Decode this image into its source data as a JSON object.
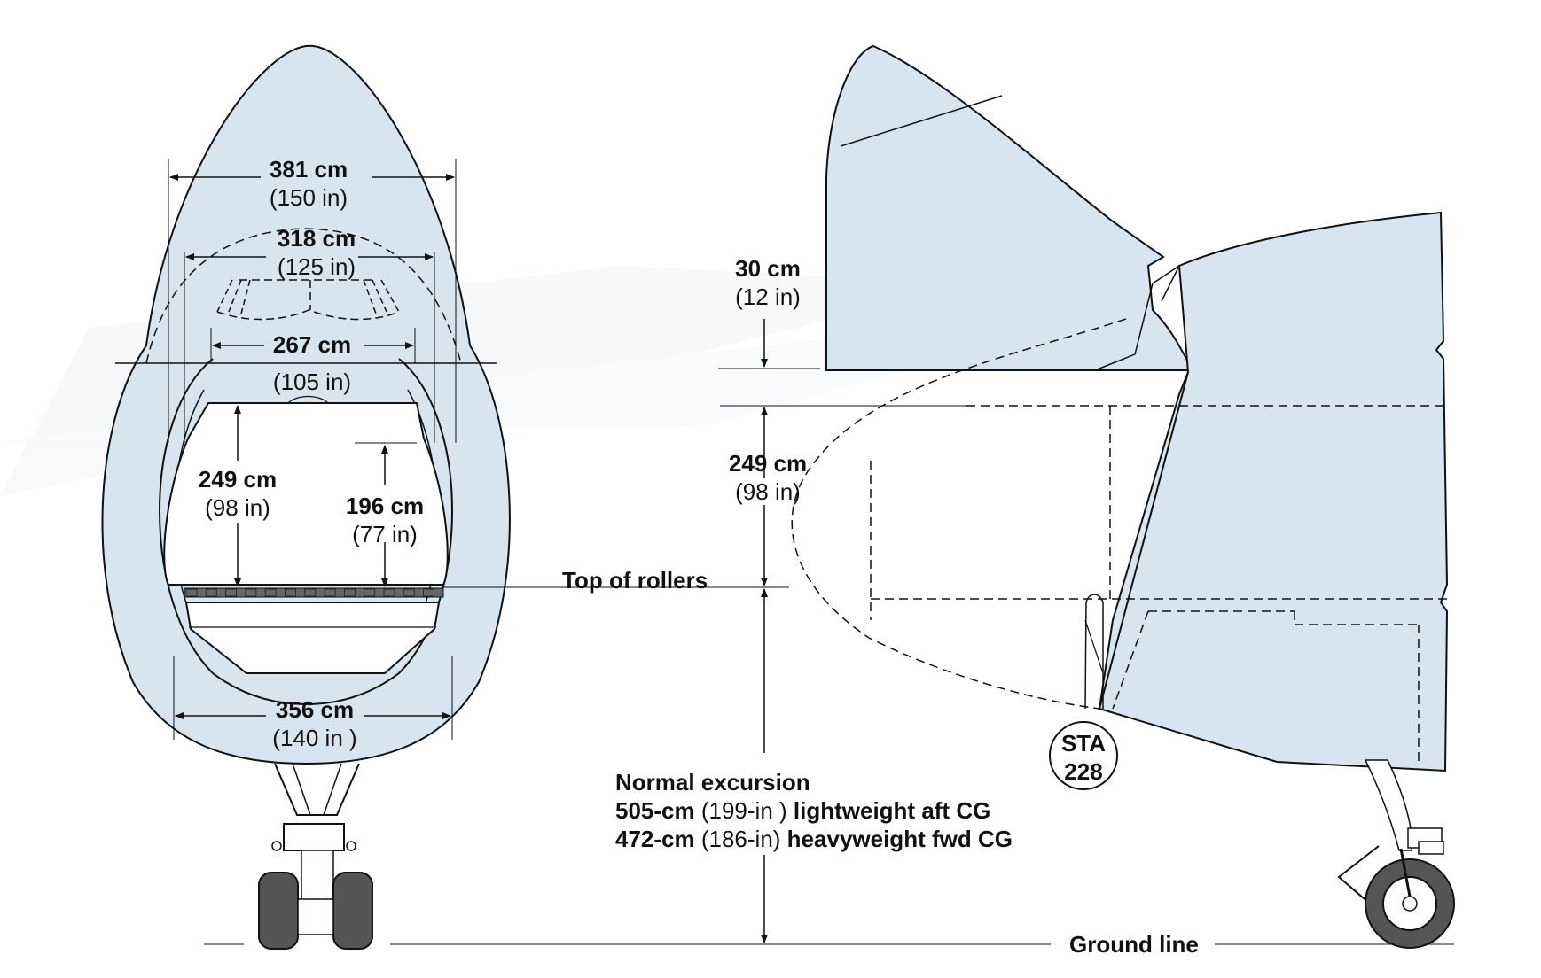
{
  "front_view": {
    "dim_381": {
      "metric": "381 cm",
      "imperial": "(150 in)"
    },
    "dim_318": {
      "metric": "318 cm",
      "imperial": "(125 in)"
    },
    "dim_267": {
      "metric": "267 cm",
      "imperial": "(105 in)"
    },
    "dim_249": {
      "metric": "249 cm",
      "imperial": "(98 in)"
    },
    "dim_196": {
      "metric": "196 cm",
      "imperial": "(77 in)"
    },
    "dim_356": {
      "metric": "356 cm",
      "imperial": "(140 in )"
    }
  },
  "side_view": {
    "dim_30": {
      "metric": "30 cm",
      "imperial": "(12 in)"
    },
    "dim_249": {
      "metric": "249 cm",
      "imperial": "(98 in)"
    },
    "sta_line1": "STA",
    "sta_line2": "228"
  },
  "labels": {
    "top_of_rollers": "Top of rollers",
    "ground_line": "Ground line",
    "excursion_title": "Normal excursion",
    "excursion_line2_bold": "505-cm",
    "excursion_line2_normal": " (199-in )",
    "excursion_line2_tail": " lightweight aft CG",
    "excursion_line3_bold": "472-cm",
    "excursion_line3_normal": " (186-in)",
    "excursion_line3_tail": " heavyweight fwd CG"
  },
  "colors": {
    "fuselage_fill": "#d6e5ef",
    "line": "#111111",
    "tire": "#555555",
    "rollers": "#666666"
  }
}
